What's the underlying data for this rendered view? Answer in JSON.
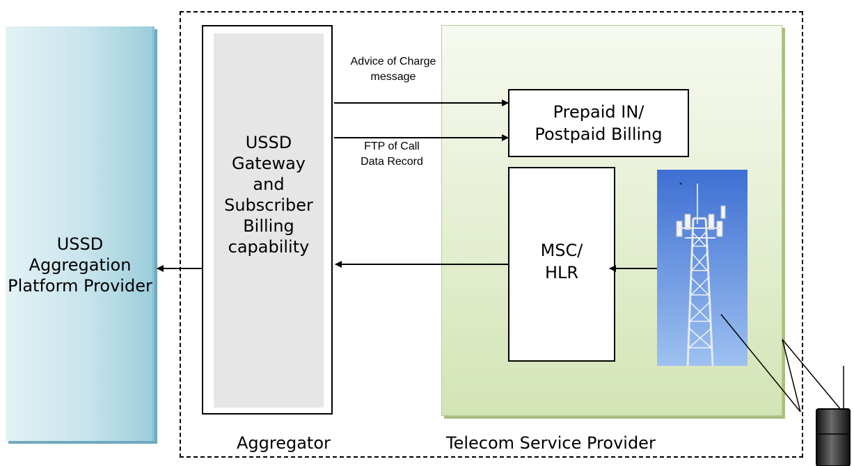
{
  "aggregation_platform": {
    "label": "USSD Aggregation Platform Provider"
  },
  "gateway": {
    "label": "USSD Gateway and Subscriber Billing capability"
  },
  "billing": {
    "label": "Prepaid IN/ Postpaid Billing"
  },
  "msc": {
    "label": "MSC/ HLR"
  },
  "arrows": {
    "advice_of_charge": "Advice of Charge message",
    "ftp_cdr": "FTP of Call Data Record"
  },
  "zones": {
    "aggregator": "Aggregator",
    "telecom_provider": "Telecom Service Provider"
  },
  "icons": {
    "tower": "cell-tower-icon",
    "phone": "mobile-phone-icon",
    "signal": "radio-signal-icon"
  }
}
